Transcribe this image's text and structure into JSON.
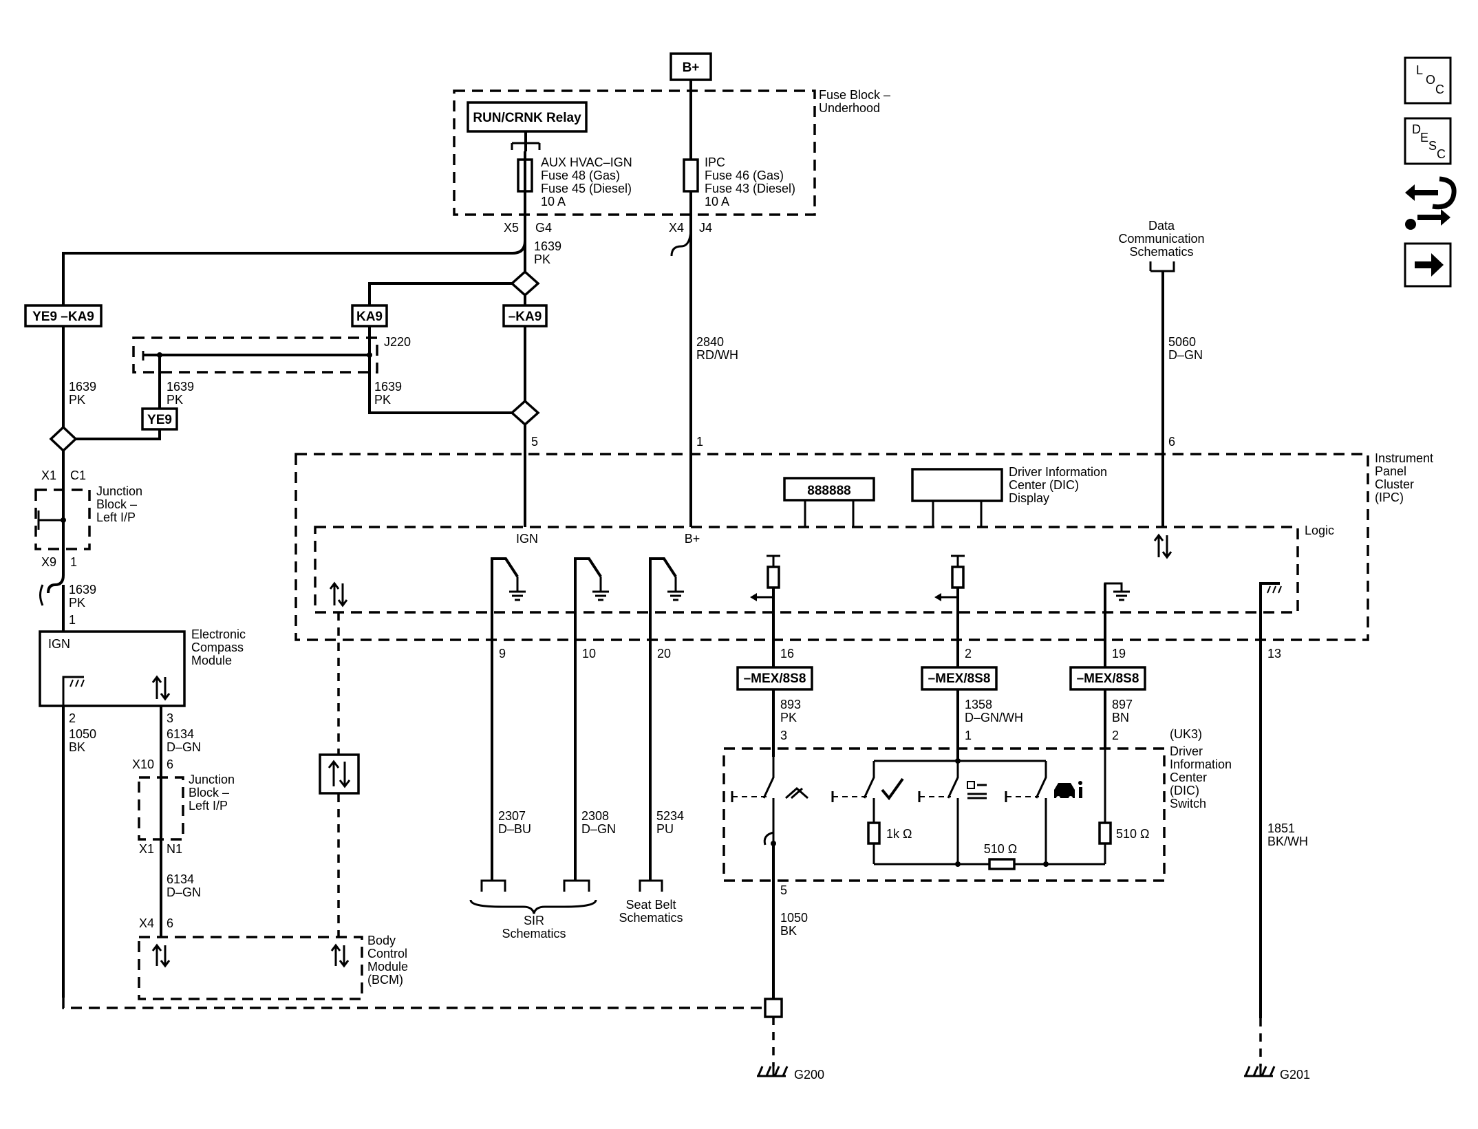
{
  "power": {
    "bplus": "B+"
  },
  "fuse_block": {
    "title_line1": "Fuse Block –",
    "title_line2": "Underhood",
    "relay": "RUN/CRNK Relay",
    "fuse_a": [
      "AUX HVAC–IGN",
      "Fuse 48 (Gas)",
      "Fuse 45 (Diesel)",
      "10 A"
    ],
    "fuse_b": [
      "IPC",
      "Fuse 46 (Gas)",
      "Fuse 43 (Diesel)",
      "10 A"
    ],
    "conn_a": "X5",
    "pin_a": "G4",
    "conn_b": "X4",
    "pin_b": "J4"
  },
  "options": {
    "ye9_ka9": "YE9 –KA9",
    "ka9": "KA9",
    "not_ka9": "–KA9",
    "ye9": "YE9",
    "mex": "–MEX/8S8"
  },
  "splice": {
    "j220": "J220"
  },
  "wires": {
    "w1639": "1639",
    "pk": "PK",
    "w2840": "2840",
    "rdwh": "RD/WH",
    "w5060": "5060",
    "dgn": "D–GN",
    "w2307": "2307",
    "dbu": "D–BU",
    "w2308": "2308",
    "w5234": "5234",
    "pu": "PU",
    "w893": "893",
    "w1358": "1358",
    "dgnwh": "D–GN/WH",
    "w897": "897",
    "bn": "BN",
    "w1050": "1050",
    "bk": "BK",
    "w6134": "6134",
    "w1851": "1851",
    "bkwh": "BK/WH"
  },
  "data_comm": [
    "Data",
    "Communication",
    "Schematics"
  ],
  "ipc": {
    "title": [
      "Instrument",
      "Panel",
      "Cluster",
      "(IPC)"
    ],
    "logic": "Logic",
    "dic_display": [
      "Driver Information",
      "Center (DIC)",
      "Display"
    ],
    "segment": "888888",
    "ign": "IGN",
    "bplus": "B+",
    "pins": [
      "5",
      "1",
      "6",
      "9",
      "10",
      "20",
      "16",
      "2",
      "19",
      "13"
    ]
  },
  "junction_block": [
    "Junction",
    "Block –",
    "Left I/P"
  ],
  "jb_pins": {
    "x1": "X1",
    "c1": "C1",
    "x9": "X9",
    "p1": "1",
    "x10": "X10",
    "p6": "6",
    "x1b": "X1",
    "n1": "N1",
    "x4": "X4",
    "p6b": "6"
  },
  "compass": {
    "title": [
      "Electronic",
      "Compass",
      "Module"
    ],
    "ign": "IGN",
    "pin_in": "1",
    "pin_gnd": "2",
    "pin_data": "3"
  },
  "bcm": [
    "Body",
    "Control",
    "Module",
    "(BCM)"
  ],
  "dic_switch": {
    "title": [
      "(UK3)",
      "Driver",
      "Information",
      "Center",
      "(DIC)",
      "Switch"
    ],
    "pins": [
      "3",
      "1",
      "2",
      "5"
    ],
    "r1": "1k Ω",
    "r2": "510 Ω",
    "r3": "510 Ω"
  },
  "refs": {
    "sir": [
      "SIR",
      "Schematics"
    ],
    "seatbelt": [
      "Seat Belt",
      "Schematics"
    ]
  },
  "grounds": {
    "g200": "G200",
    "g201": "G201"
  },
  "nav_icons": {
    "loc": [
      "L",
      "O",
      "C"
    ],
    "desc": [
      "D",
      "E",
      "S",
      "C"
    ]
  }
}
